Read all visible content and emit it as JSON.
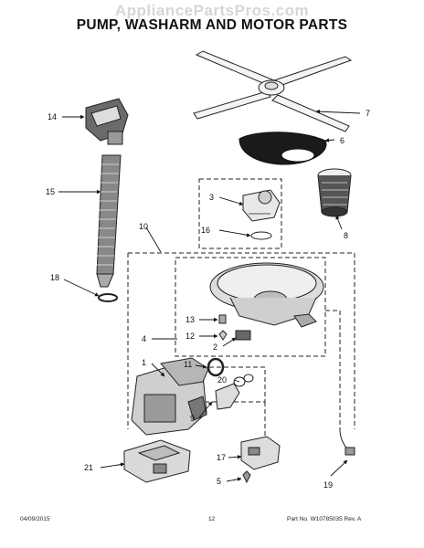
{
  "watermark": "AppliancePartsPros.com",
  "title": "PUMP, WASHARM AND MOTOR PARTS",
  "callouts": {
    "c1": "1",
    "c2": "2",
    "c3": "3",
    "c4": "4",
    "c5": "5",
    "c6": "6",
    "c7": "7",
    "c8": "8",
    "c9": "9",
    "c10": "10",
    "c11": "11",
    "c12": "12",
    "c13": "13",
    "c14": "14",
    "c15": "15",
    "c16": "16",
    "c17": "17",
    "c18": "18",
    "c19": "19",
    "c20": "20",
    "c21": "21"
  },
  "footer": {
    "date": "04/09/2015",
    "page": "12",
    "part_number": "Part No.  W10785035  Rev. A"
  }
}
